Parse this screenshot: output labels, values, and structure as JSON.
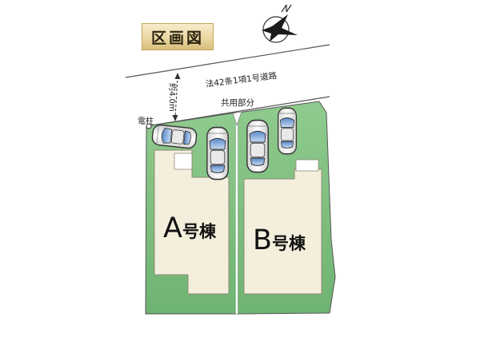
{
  "title": "区画図",
  "road": {
    "label": "法42条1項1号道路",
    "width": "約4.0m"
  },
  "shared_portion": "共用部分",
  "pole": "電柱",
  "lots": [
    {
      "letter": "A",
      "suffix": "号棟"
    },
    {
      "letter": "B",
      "suffix": "号棟"
    }
  ],
  "colors": {
    "lot_fill": "#7cbf7e",
    "building_fill": "#f4efdc",
    "title_plate": "#ead7a2"
  },
  "icons": [
    "north-arrow-icon",
    "car-icon"
  ]
}
